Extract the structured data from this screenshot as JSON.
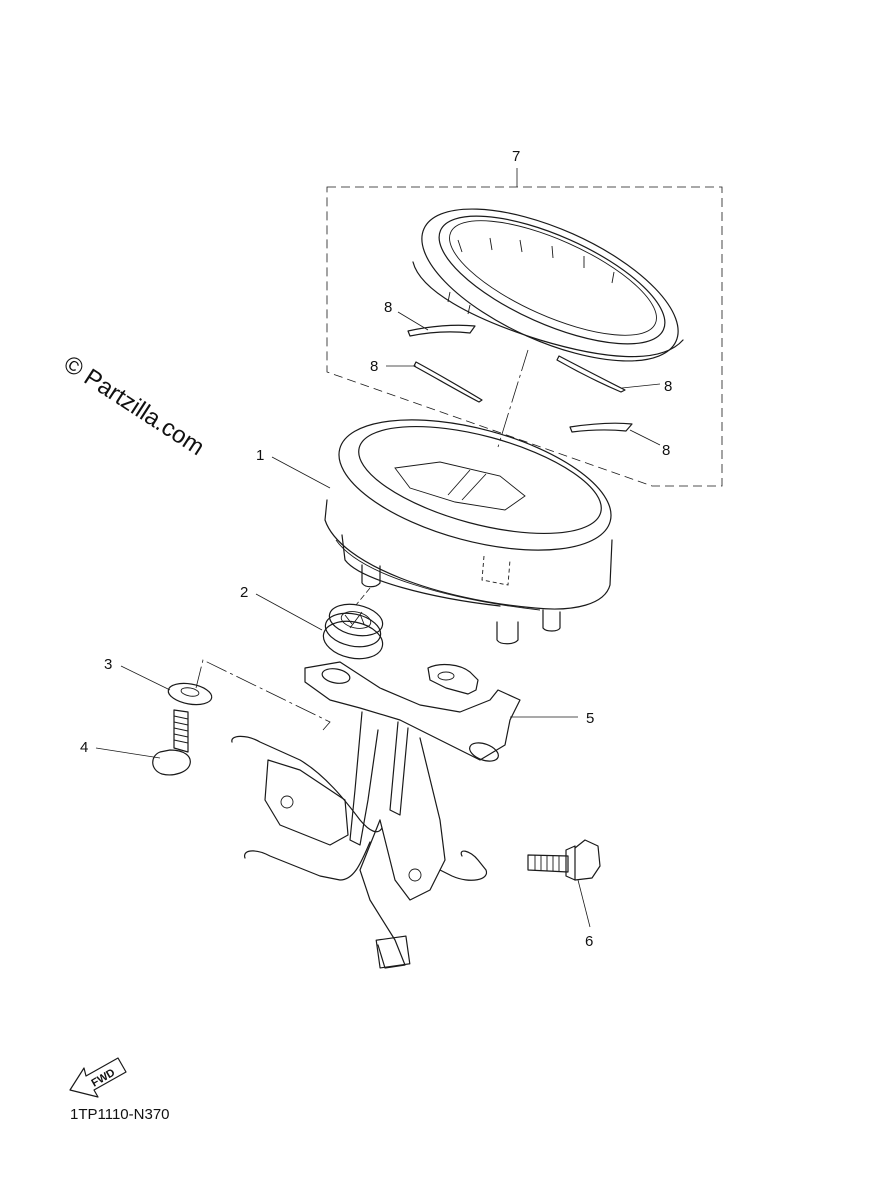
{
  "watermark": "© Partzilla.com",
  "diagram_code": "1TP1110-N370",
  "fwd_label": "FWD",
  "callouts": [
    {
      "id": "c1",
      "label": "1"
    },
    {
      "id": "c2",
      "label": "2"
    },
    {
      "id": "c3",
      "label": "3"
    },
    {
      "id": "c4",
      "label": "4"
    },
    {
      "id": "c5",
      "label": "5"
    },
    {
      "id": "c6",
      "label": "6"
    },
    {
      "id": "c7",
      "label": "7"
    },
    {
      "id": "c8a",
      "label": "8"
    },
    {
      "id": "c8b",
      "label": "8"
    },
    {
      "id": "c8c",
      "label": "8"
    },
    {
      "id": "c8d",
      "label": "8"
    }
  ],
  "colors": {
    "line": "#1a1a1a",
    "background": "#ffffff"
  }
}
